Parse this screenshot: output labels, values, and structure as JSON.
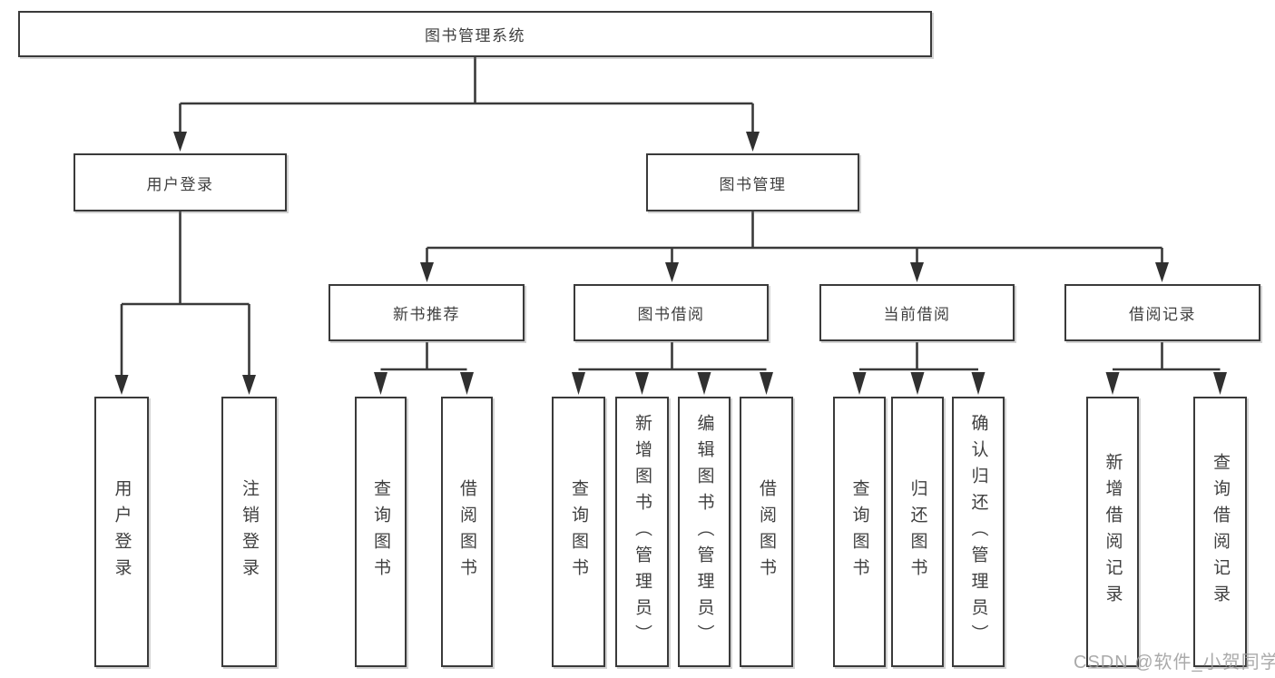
{
  "watermark": "CSDN @软件_小贺同学",
  "colors": {
    "line": "#3a3a3a",
    "text": "#3f3f3f",
    "watermark": "#9c9c9c"
  },
  "nodes": [
    {
      "id": "root",
      "label": "图书管理系统",
      "children": [
        "user-login",
        "book-management"
      ]
    },
    {
      "id": "user-login",
      "label": "用户登录",
      "children": [
        "user-login-action",
        "logout-action"
      ]
    },
    {
      "id": "book-management",
      "label": "图书管理",
      "children": [
        "new-book-recommendation",
        "book-borrowing",
        "current-borrowing",
        "borrowing-records"
      ]
    },
    {
      "id": "new-book-recommendation",
      "label": "新书推荐",
      "children": [
        "query-books-rec",
        "borrow-books-rec"
      ]
    },
    {
      "id": "book-borrowing",
      "label": "图书借阅",
      "children": [
        "query-books-bb",
        "add-books-admin",
        "edit-books-admin",
        "borrow-books-bb"
      ]
    },
    {
      "id": "current-borrowing",
      "label": "当前借阅",
      "children": [
        "query-books-cb",
        "return-books",
        "confirm-return-admin"
      ]
    },
    {
      "id": "borrowing-records",
      "label": "借阅记录",
      "children": [
        "add-borrow-record",
        "query-borrow-record"
      ]
    },
    {
      "id": "user-login-action",
      "label": "用户登录"
    },
    {
      "id": "logout-action",
      "label": "注销登录"
    },
    {
      "id": "query-books-rec",
      "label": "查询图书"
    },
    {
      "id": "borrow-books-rec",
      "label": "借阅图书"
    },
    {
      "id": "query-books-bb",
      "label": "查询图书"
    },
    {
      "id": "add-books-admin",
      "label": "新增图书（管理员）"
    },
    {
      "id": "edit-books-admin",
      "label": "编辑图书（管理员）"
    },
    {
      "id": "borrow-books-bb",
      "label": "借阅图书"
    },
    {
      "id": "query-books-cb",
      "label": "查询图书"
    },
    {
      "id": "return-books",
      "label": "归还图书"
    },
    {
      "id": "confirm-return-admin",
      "label": "确认归还（管理员）"
    },
    {
      "id": "add-borrow-record",
      "label": "新增借阅记录"
    },
    {
      "id": "query-borrow-record",
      "label": "查询借阅记录"
    }
  ]
}
